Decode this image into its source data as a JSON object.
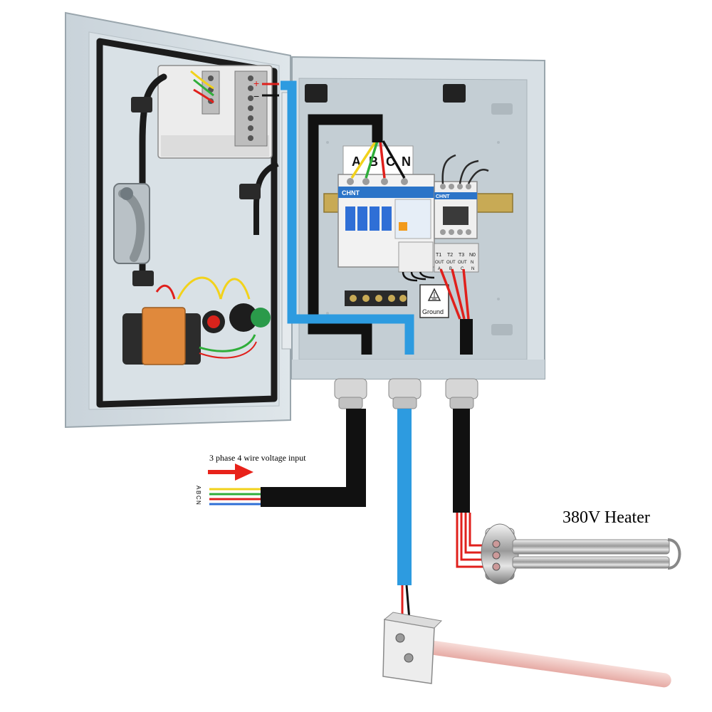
{
  "diagram": {
    "input_label": "3 phase 4 wire voltage input",
    "heater_label": "380V  Heater",
    "phase_letters": [
      "A",
      "B",
      "C",
      "N"
    ],
    "letter_card": [
      "A",
      "B",
      "C",
      "N"
    ],
    "ground_label": "Ground",
    "brand_breaker": "CHNT",
    "brand_contactor": "CHNT",
    "out_labels": [
      "OUT",
      "OUT",
      "OUT",
      "N"
    ],
    "out_terminals": [
      "T1",
      "T2",
      "T3",
      "N0"
    ],
    "out_phases": [
      "A",
      "B",
      "C",
      "N"
    ],
    "plus_sign": "+",
    "minus_sign": "−"
  },
  "colors": {
    "cable_black": "#111111",
    "cable_blue": "#2d9be0",
    "wire_yellow": "#f2d21b",
    "wire_green": "#2fae3a",
    "wire_red": "#e0201c",
    "wire_blue": "#2f6fd6",
    "enclosure": "#cfd8de",
    "arrow_red": "#e8221a",
    "ceramic_pink": "#f2c6c2"
  }
}
